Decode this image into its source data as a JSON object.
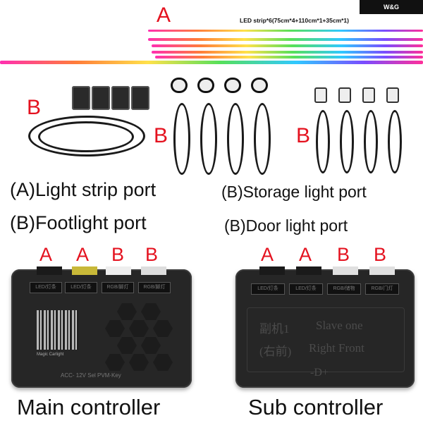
{
  "brand": {
    "logo_text": "W&G"
  },
  "strip_section": {
    "letter": "A",
    "label": "LED strip*6(75cm*4+110cm*1+35cm*1)"
  },
  "footlight": {
    "letter": "B"
  },
  "storage_light": {
    "letter": "B"
  },
  "door_light": {
    "letter": "B"
  },
  "captions": {
    "a_port": "(A)Light strip port",
    "b_storage": "(B)Storage light port",
    "b_foot": "(B)Footlight port",
    "b_door": "(B)Door light port"
  },
  "main_controller": {
    "title": "Main controller",
    "port_letters": [
      "A",
      "A",
      "B",
      "B"
    ],
    "port_labels": [
      "LED/灯条",
      "LED/灯条",
      "RGB/脚灯",
      "RGB/脚灯"
    ],
    "qr_caption": "Magic Carlight",
    "bottom_text": "ACC- 12V Sel PVM·Key"
  },
  "sub_controller": {
    "title": "Sub controller",
    "port_letters": [
      "A",
      "A",
      "B",
      "B"
    ],
    "port_labels": [
      "LED/灯条",
      "LED/灯条",
      "RGB/储物",
      "RGB/门灯"
    ],
    "line1_cn": "副机1",
    "line1_en": "Slave one",
    "line2_cn": "(右前)",
    "line2_en": "Right Front",
    "bottom_text": "-D+"
  },
  "colors": {
    "accent_red": "#e4121f",
    "controller_body": "#262626"
  }
}
